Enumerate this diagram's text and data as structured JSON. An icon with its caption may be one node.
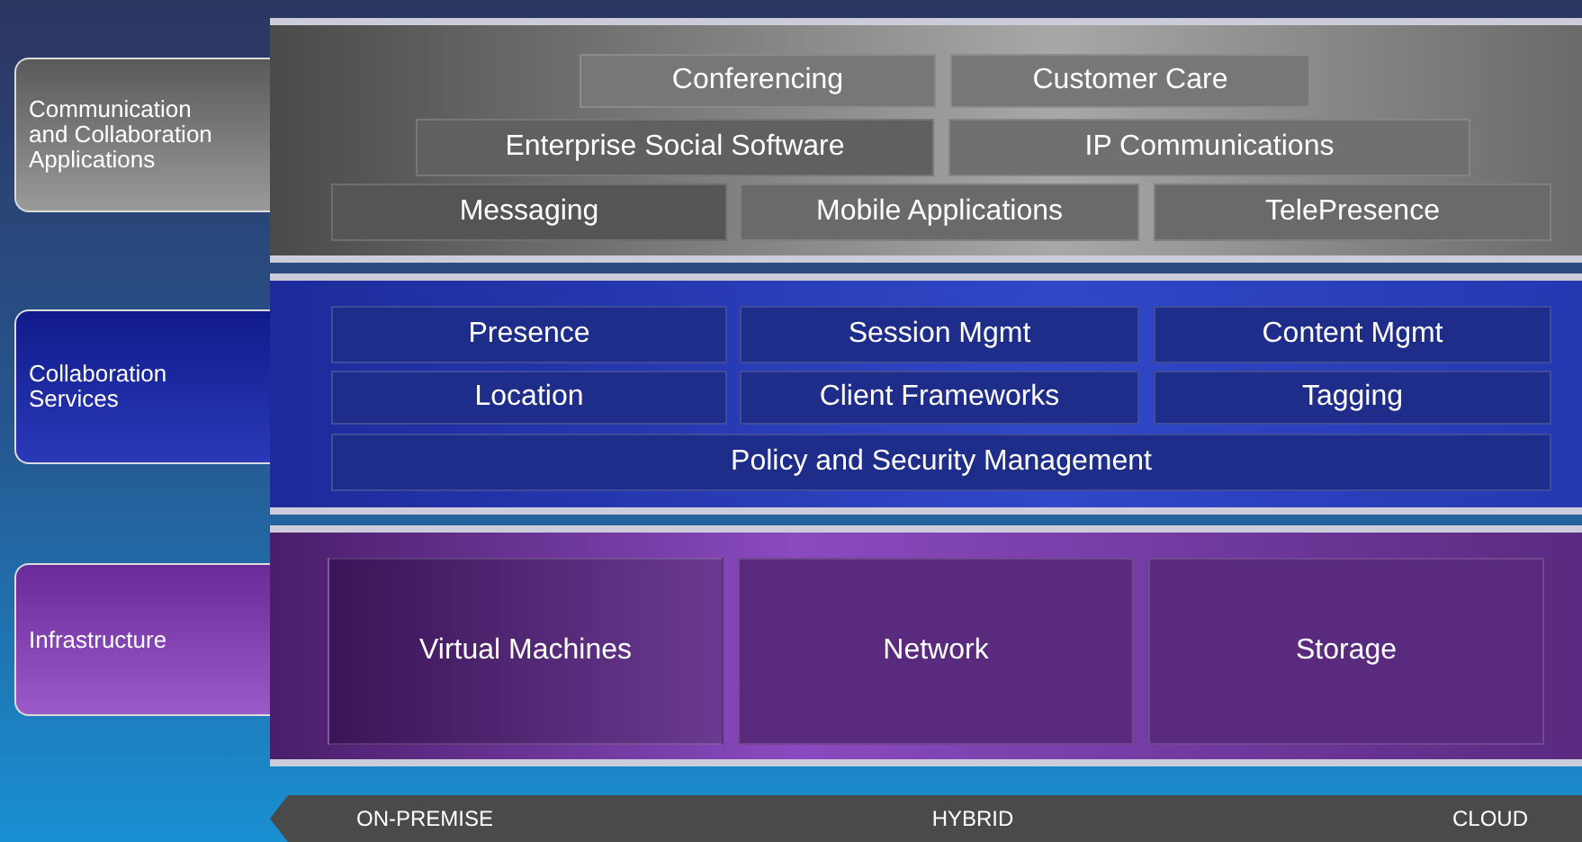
{
  "diagram": {
    "nodes": [
      {
        "text": [
          "Communication and Collaboration Applications"
        ]
      },
      {
        "text": [],
        "shape": "box"
      },
      {
        "text": [
          "Conferencing"
        ],
        "in": 1
      },
      {
        "text": [
          "Customer Care"
        ],
        "in": 1
      },
      {
        "text": [
          "Enterprise Social Software"
        ],
        "in": 1
      },
      {
        "text": [
          "IP Communications"
        ],
        "in": 1
      },
      {
        "text": [
          "Messaging"
        ],
        "in": 1
      },
      {
        "text": [
          "Mobile Applications"
        ],
        "in": 1
      },
      {
        "text": [
          "TelePresence"
        ],
        "in": 1
      },
      {
        "text": [
          "Collaboration Services"
        ]
      },
      {
        "text": [],
        "shape": "box"
      },
      {
        "text": [
          "Presence"
        ],
        "in": 10
      },
      {
        "text": [
          "Session Mgmt"
        ],
        "in": 10
      },
      {
        "text": [
          "Content Mgmt"
        ],
        "in": 10
      },
      {
        "text": [
          "Location"
        ],
        "in": 10
      },
      {
        "text": [
          "Client Frameworks"
        ],
        "in": 10
      },
      {
        "text": [
          "Tagging"
        ],
        "in": 10
      },
      {
        "text": [
          "Policy and Security Management"
        ],
        "in": 10
      },
      {
        "text": [
          "Infrastructure"
        ]
      },
      {
        "text": [],
        "shape": "box"
      },
      {
        "text": [
          "Virtual Machines"
        ],
        "in": 19
      },
      {
        "text": [
          "Network"
        ],
        "in": 19
      },
      {
        "text": [
          "Storage"
        ],
        "in": 19
      },
      {
        "text": [
          "ON-PREMISE",
          "HYBRID",
          "CLOUD"
        ]
      }
    ],
    "edges": []
  }
}
